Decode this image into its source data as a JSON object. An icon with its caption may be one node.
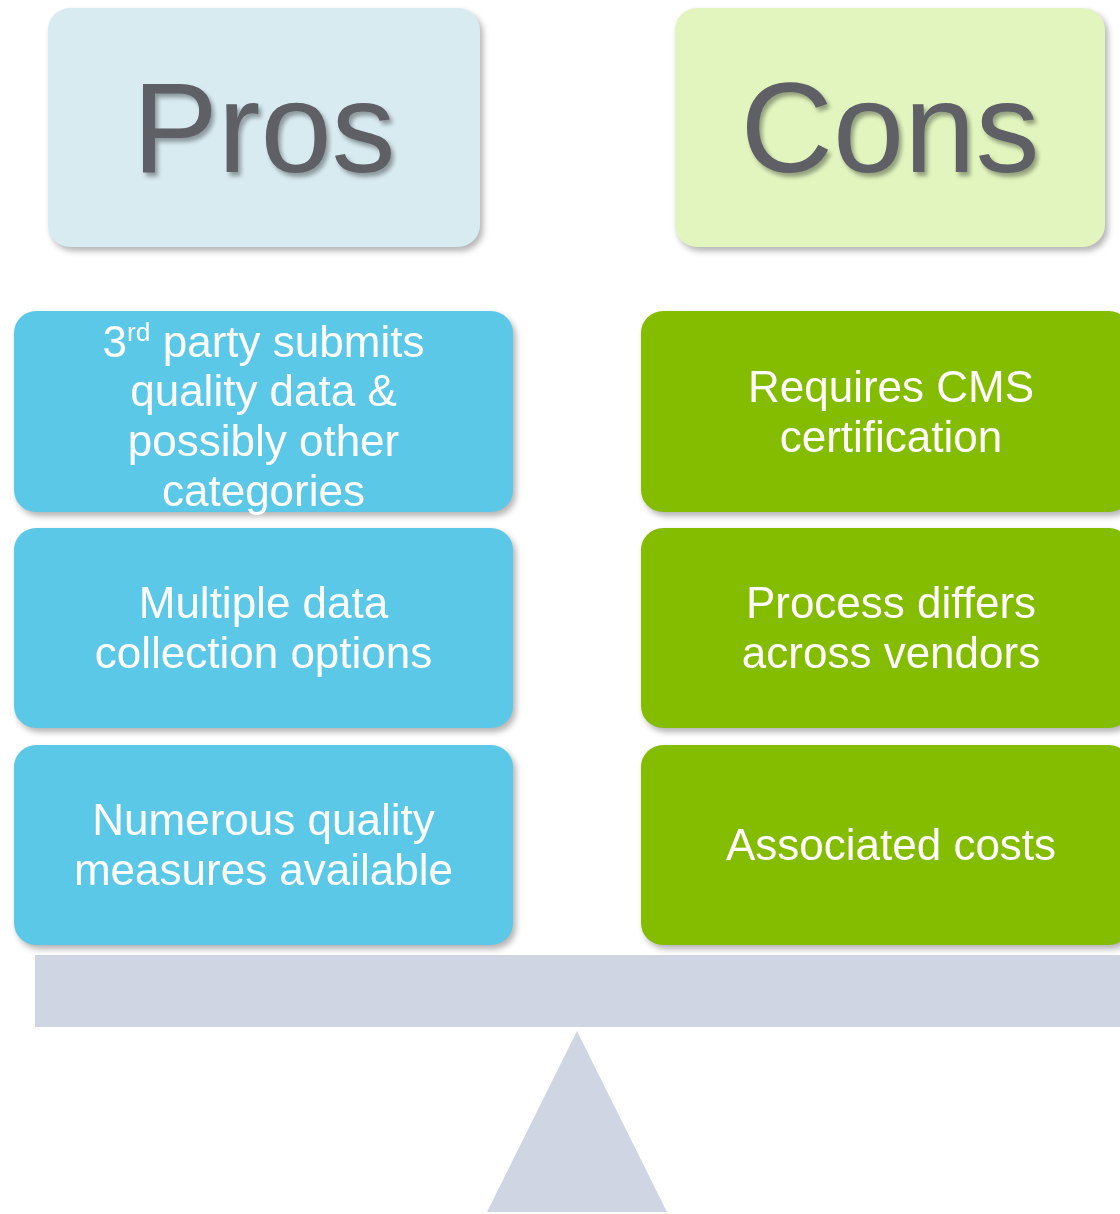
{
  "diagram": {
    "nodes": [
      {
        "text": [
          "Pros"
        ]
      },
      {
        "text": [
          "Cons"
        ]
      },
      {
        "text": [
          "3$^{rd}$ party submits quality data & possibly other categories"
        ]
      },
      {
        "text": [
          "Requires CMS certification"
        ]
      },
      {
        "text": [
          "Multiple data collection options"
        ]
      },
      {
        "text": [
          "Process differs across vendors"
        ]
      },
      {
        "text": [
          "Numerous quality measures available"
        ]
      },
      {
        "text": [
          "Associated costs"
        ]
      }
    ]
  }
}
